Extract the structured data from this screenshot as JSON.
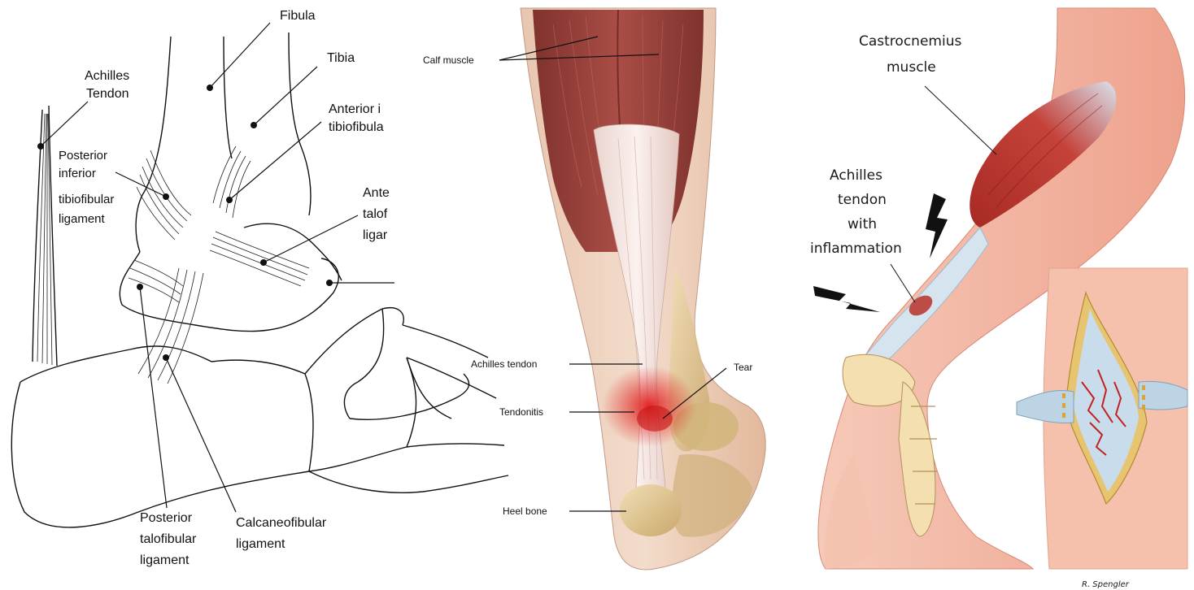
{
  "panels": {
    "ligaments": {
      "labels": {
        "fibula": "Fibula",
        "tibia": "Tibia",
        "achilles_1": "Achilles",
        "achilles_2": "Tendon",
        "anterior_inf_1": "Anterior i",
        "anterior_inf_2": "tibiofibula",
        "posterior_inf_1": "Posterior",
        "posterior_inf_2": "inferior",
        "posterior_inf_3": "tibiofibular",
        "posterior_inf_4": "ligament",
        "ante_talo_1": "Ante",
        "ante_talo_2": "talof",
        "ante_talo_3": "ligar",
        "post_talo_1": "Posterior",
        "post_talo_2": "talofibular",
        "post_talo_3": "ligament",
        "calcaneo_1": "Calcaneofibular",
        "calcaneo_2": "ligament"
      }
    },
    "calf": {
      "labels": {
        "calf_muscle": "Calf muscle",
        "achilles_tendon": "Achilles tendon",
        "tendonitis": "Tendonitis",
        "tear": "Tear",
        "heel_bone": "Heel bone"
      }
    },
    "inflammation": {
      "labels": {
        "gastro_1": "Castrocnemius",
        "gastro_2": "muscle",
        "achilles_1": "Achilles",
        "achilles_2": "tendon",
        "achilles_3": "with",
        "achilles_4": "inflammation"
      },
      "signature": "R. Spengler"
    }
  },
  "colors": {
    "muscle": "#9c3b35",
    "skin": "#f2b9a6",
    "tendon": "#d9e6ee",
    "bone": "#e6cd9a",
    "inflammation": "#e01c1c"
  }
}
